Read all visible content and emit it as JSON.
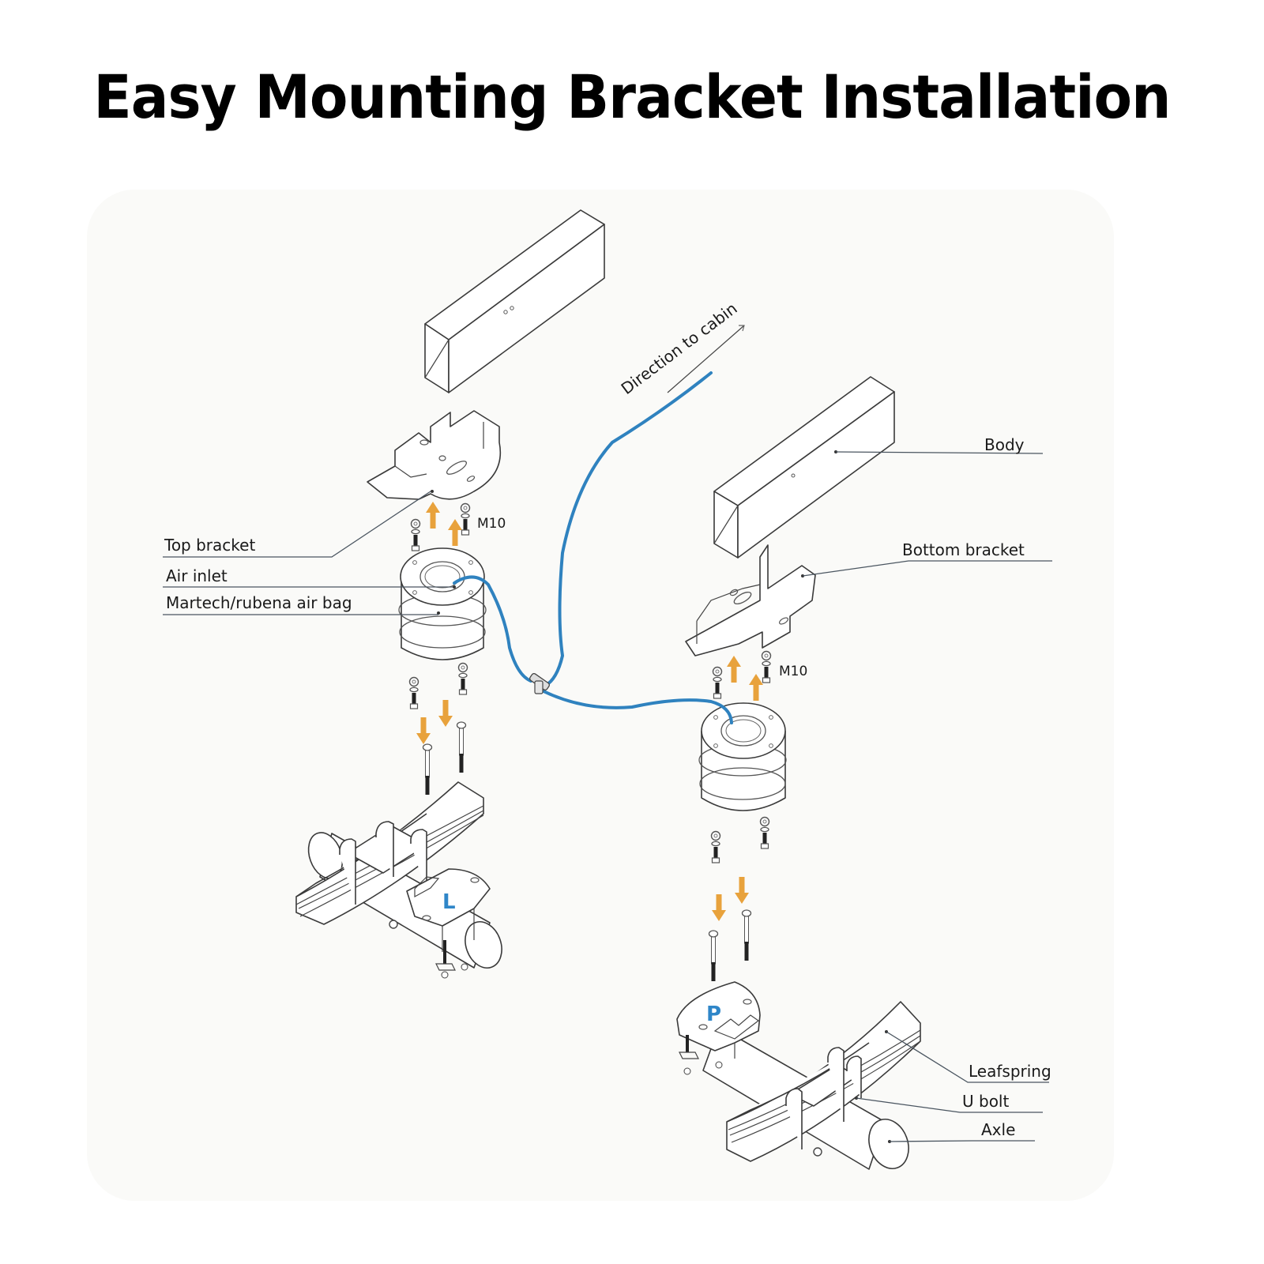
{
  "title": "Easy Mounting Bracket Installation",
  "colors": {
    "hose": "#2f82bf",
    "arrow": "#e8a23c",
    "side_letter": "#2f86c8",
    "background_tint": "#f7f7f4"
  },
  "labels": {
    "top_bracket": "Top bracket",
    "air_inlet": "Air inlet",
    "air_bag": "Martech/rubena air bag",
    "body": "Body",
    "bottom_bracket": "Bottom bracket",
    "leafspring": "Leafspring",
    "u_bolt": "U bolt",
    "axle": "Axle",
    "direction": "Direction to cabin",
    "bolt_size_left": "M10",
    "bolt_size_right": "M10"
  },
  "side_markers": {
    "left": "L",
    "right": "P"
  },
  "icons": {
    "arrow_up": "arrow-up-icon",
    "arrow_down": "arrow-down-icon",
    "bolt": "bolt-icon",
    "tee_connector": "tee-connector-icon"
  }
}
